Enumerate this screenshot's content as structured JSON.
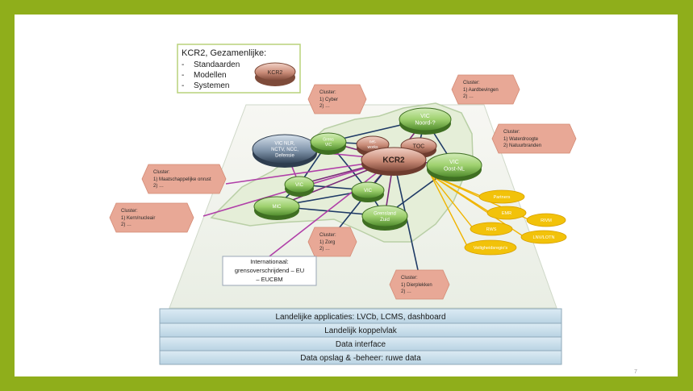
{
  "legend": {
    "title": "KCR2, Gezamenlijke:",
    "items": [
      "Standaarden",
      "Modellen",
      "Systemen"
    ],
    "bullet": "-",
    "badge": "KCR2"
  },
  "hub": {
    "label": "KCR2"
  },
  "nodes": {
    "vic_nlr": [
      "VIC NLR,",
      "NCTV, NCC,",
      "Defensie"
    ],
    "vic_noord": [
      "VIC",
      "Noord-?"
    ],
    "vic_oost": [
      "VIC",
      "Oost-NL"
    ],
    "toc": [
      "TOC"
    ],
    "net": [
      "net-",
      "works"
    ],
    "vic_a": [
      "Grens",
      "VIC"
    ],
    "vic_b": [
      "VIC"
    ],
    "vic_c": [
      "VIC"
    ],
    "vic_d": [
      "MIC"
    ],
    "vic_e": [
      "Grensland",
      "Zuid"
    ]
  },
  "clusters": {
    "cyber": {
      "title": "Cluster:",
      "lines": [
        "1)  Cyber",
        "2)  …"
      ]
    },
    "aard": {
      "title": "Cluster:",
      "lines": [
        "1)  Aardbevingen",
        "2)  …"
      ]
    },
    "water": {
      "title": "Cluster:",
      "lines": [
        "1)  Waterdroogte",
        "2)  Natuurbranden"
      ]
    },
    "maat": {
      "title": "Cluster:",
      "lines": [
        "1)  Maatschappelijke onrust",
        "2)  …"
      ]
    },
    "kern": {
      "title": "Cluster:",
      "lines": [
        "1)  Kern/nucleair",
        "2)  …"
      ]
    },
    "zorg": {
      "title": "Cluster:",
      "lines": [
        "1)  Zorg",
        "2)  …"
      ]
    },
    "dier": {
      "title": "Cluster:",
      "lines": [
        "1)  Dierplekken",
        "2)  …"
      ]
    }
  },
  "partners": [
    "Partners",
    "EMR",
    "RIVM",
    "RWS",
    "LNV/LOTN",
    "Veiligheidsregio's"
  ],
  "international": [
    "Internationaal:",
    "grensoverschrijdend – EU",
    "– EUCBM"
  ],
  "layers": [
    "Landelijke applicaties: LVCb, LCMS, dashboard",
    "Landelijk koppelvlak",
    "Data interface",
    "Data opslag & -beheer: ruwe data"
  ],
  "page_number": "7",
  "colors": {
    "frame": "#8fae1b",
    "node_green": "#9ccf6a",
    "node_blue": "#5b6f86",
    "node_pink": "#d79a86",
    "callout": "#e8a896",
    "partner": "#f2c20a",
    "layer": "#c6dde9"
  }
}
